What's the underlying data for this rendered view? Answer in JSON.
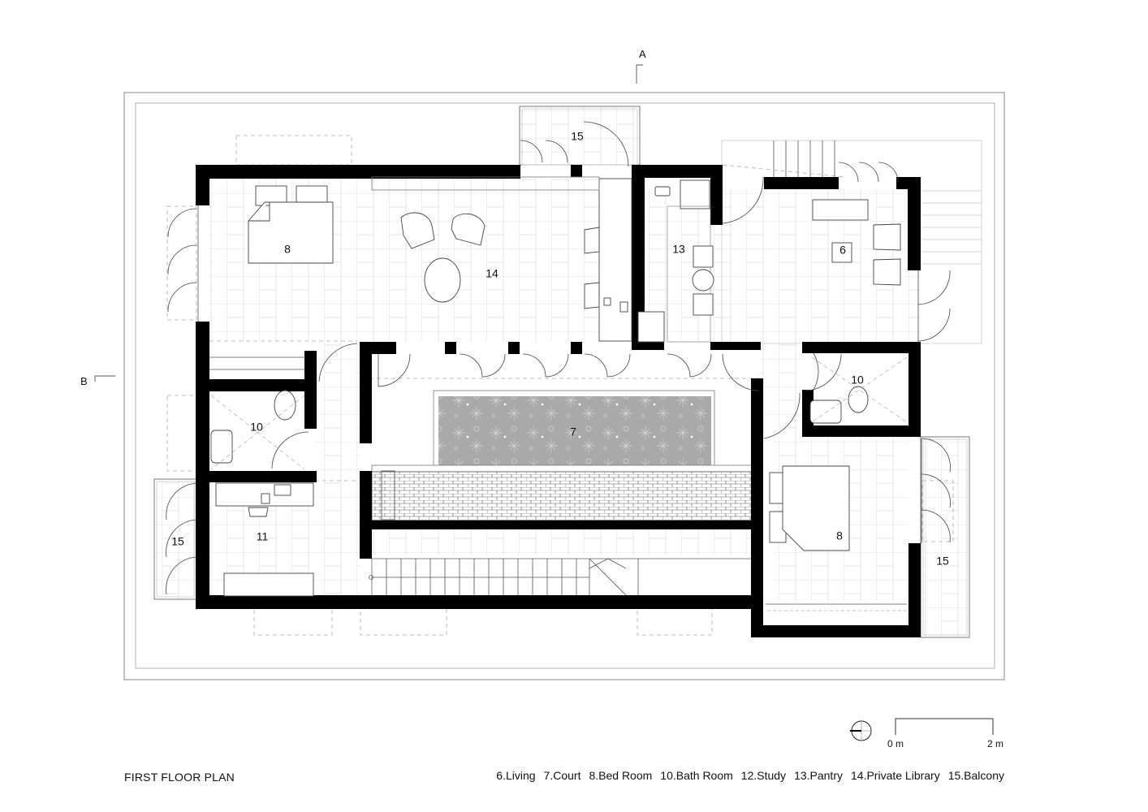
{
  "drawing": {
    "title": "FIRST FLOOR PLAN",
    "section_marks": {
      "a": "A",
      "b": "B"
    },
    "scale_bar": {
      "start_label": "0 m",
      "end_label": "2 m"
    },
    "north_symbol": "north-arrow-icon"
  },
  "legend": [
    {
      "num": "6",
      "label": "6.Living"
    },
    {
      "num": "7",
      "label": "7.Court"
    },
    {
      "num": "8",
      "label": "8.Bed Room"
    },
    {
      "num": "10",
      "label": "10.Bath Room"
    },
    {
      "num": "12",
      "label": "12.Study"
    },
    {
      "num": "13",
      "label": "13.Pantry"
    },
    {
      "num": "14",
      "label": "14.Private Library"
    },
    {
      "num": "15",
      "label": "15.Balcony"
    }
  ],
  "rooms": {
    "bedroom_nw": "8",
    "library": "14",
    "balcony_n": "15",
    "pantry": "13",
    "living": "6",
    "bath_ne": "10",
    "court": "7",
    "bath_w": "10",
    "study": "11",
    "balcony_w": "15",
    "bedroom_se": "8",
    "balcony_e": "15"
  },
  "colors": {
    "wall": "#000000",
    "court_fill": "#a9a9a9",
    "line": "#555555",
    "tile": "#c8c8c8"
  }
}
